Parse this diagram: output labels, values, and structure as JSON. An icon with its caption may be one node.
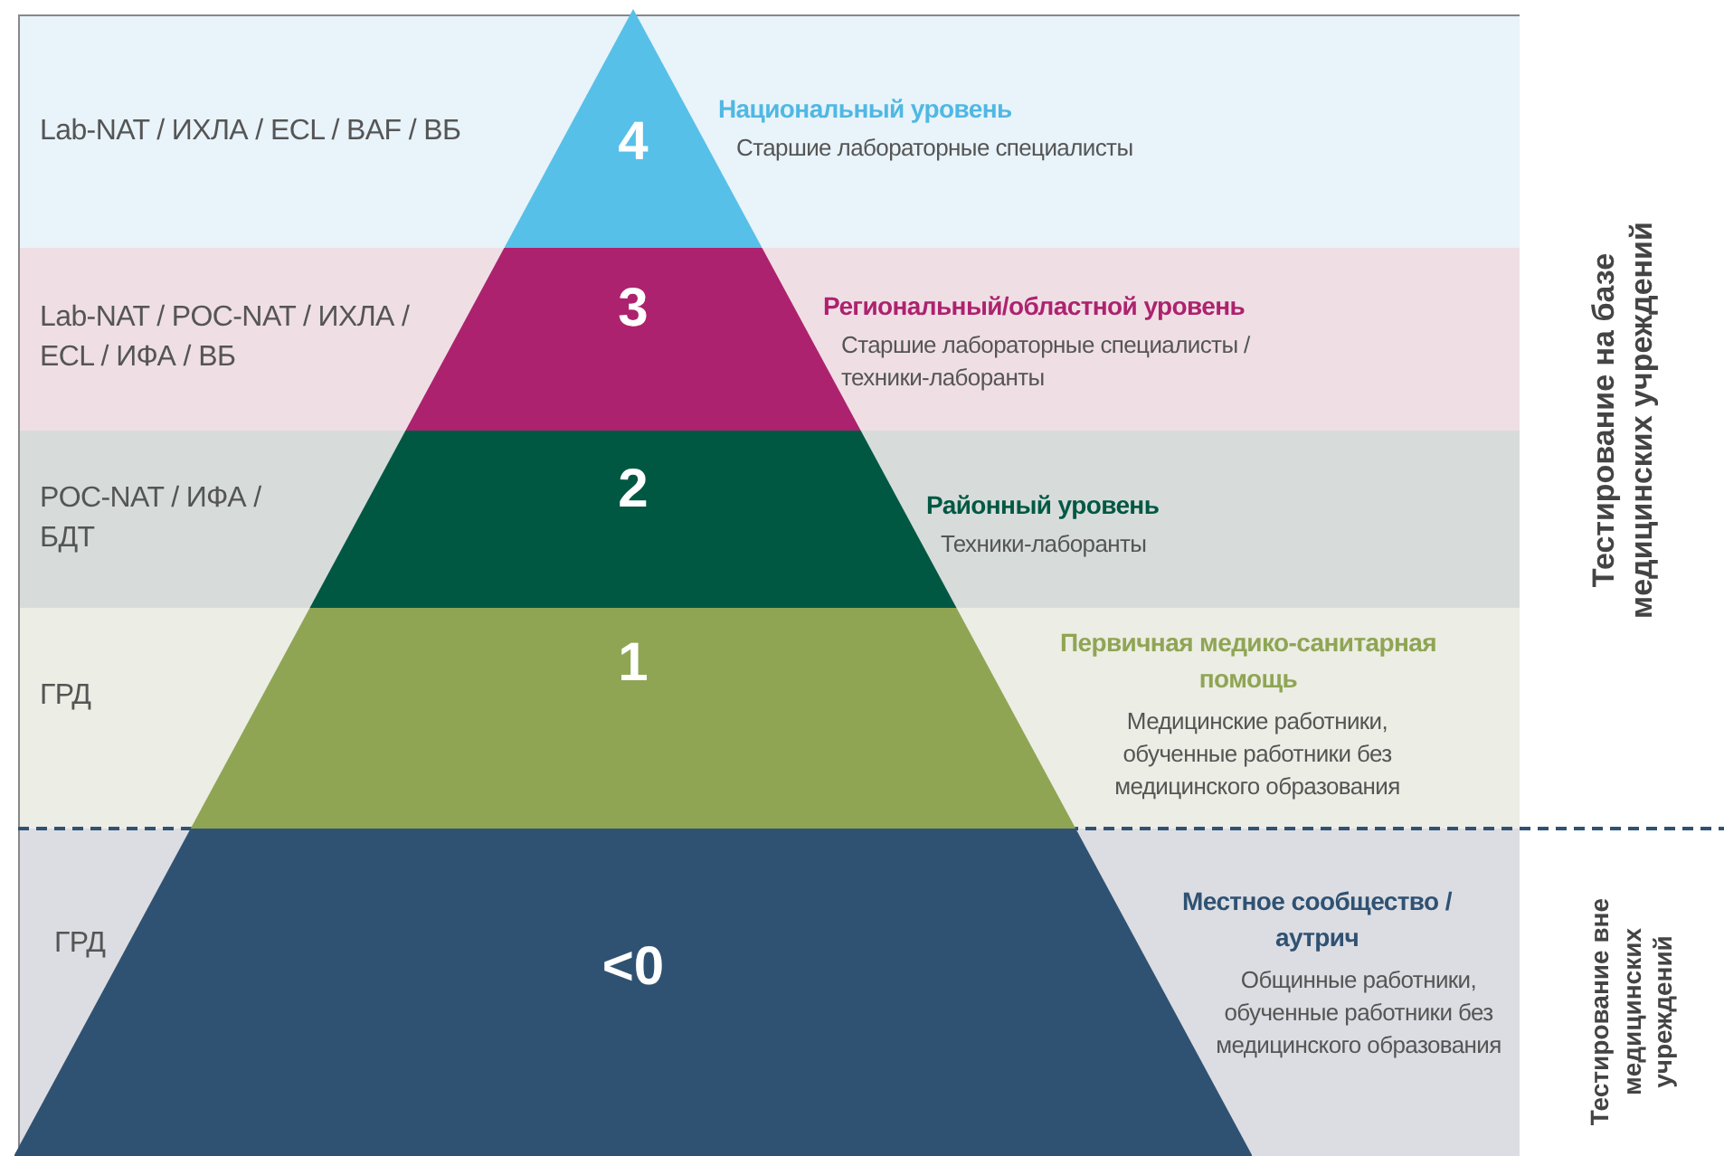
{
  "diagram": {
    "nodes": [
      {
        "text": [
          "4"
        ],
        "beside": [
          "Национальный уровень",
          "Старшие лабораторные специалисты"
        ]
      },
      {
        "text": [
          "3"
        ],
        "beside": [
          "Региональный/областной уровень",
          "Старшие лабораторные специалисты / техники-лаборанты"
        ]
      },
      {
        "text": [
          "2"
        ],
        "beside": [
          "Районный уровень",
          "Техники-лаборанты"
        ]
      },
      {
        "text": [
          "1"
        ],
        "beside": [
          "Первичная медико-санитарная помощь",
          "Медицинские работники, обученные работники без медицинского образования"
        ]
      },
      {
        "text": [
          "<0"
        ],
        "beside": [
          "Местное сообщество / аутрич",
          "Общинные работники, обученные работники без медицинского образования"
        ]
      }
    ],
    "edges": [],
    "labels": [
      "Lab-NAT / ИХЛА / ECL / BAF / ВБ",
      "Lab-NAT / POC-NAT / ИХЛА / ECL / ИФА / ВБ",
      "POC-NAT / ИФА / БДТ",
      "ГРД",
      "Тестирование на базе медицинских учреждений",
      "ГРД",
      "Тестирование вне медицинских учреждений"
    ]
  }
}
